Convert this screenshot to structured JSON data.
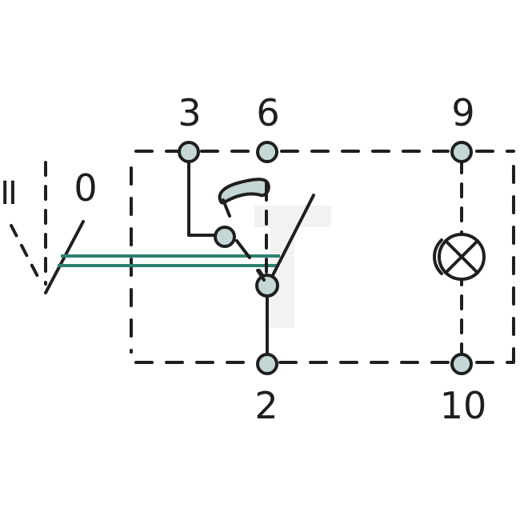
{
  "diagram": {
    "type": "switch-wiring-schematic",
    "colors": {
      "line": "#1f1f1f",
      "terminal_fill": "#c5d6d6",
      "linkage": "#2e8070",
      "watermark": "#f2f2f2",
      "background": "#ffffff"
    },
    "positions": {
      "pos_2": "II",
      "pos_0": "0"
    },
    "terminals": [
      {
        "id": "t3",
        "label": "3"
      },
      {
        "id": "t6",
        "label": "6"
      },
      {
        "id": "t9",
        "label": "9"
      },
      {
        "id": "t2",
        "label": "2"
      },
      {
        "id": "t10",
        "label": "10"
      }
    ],
    "symbols": {
      "lamp": "indicator-lamp",
      "contact": "rocker-contact",
      "linkage": "mechanical-linkage"
    }
  }
}
